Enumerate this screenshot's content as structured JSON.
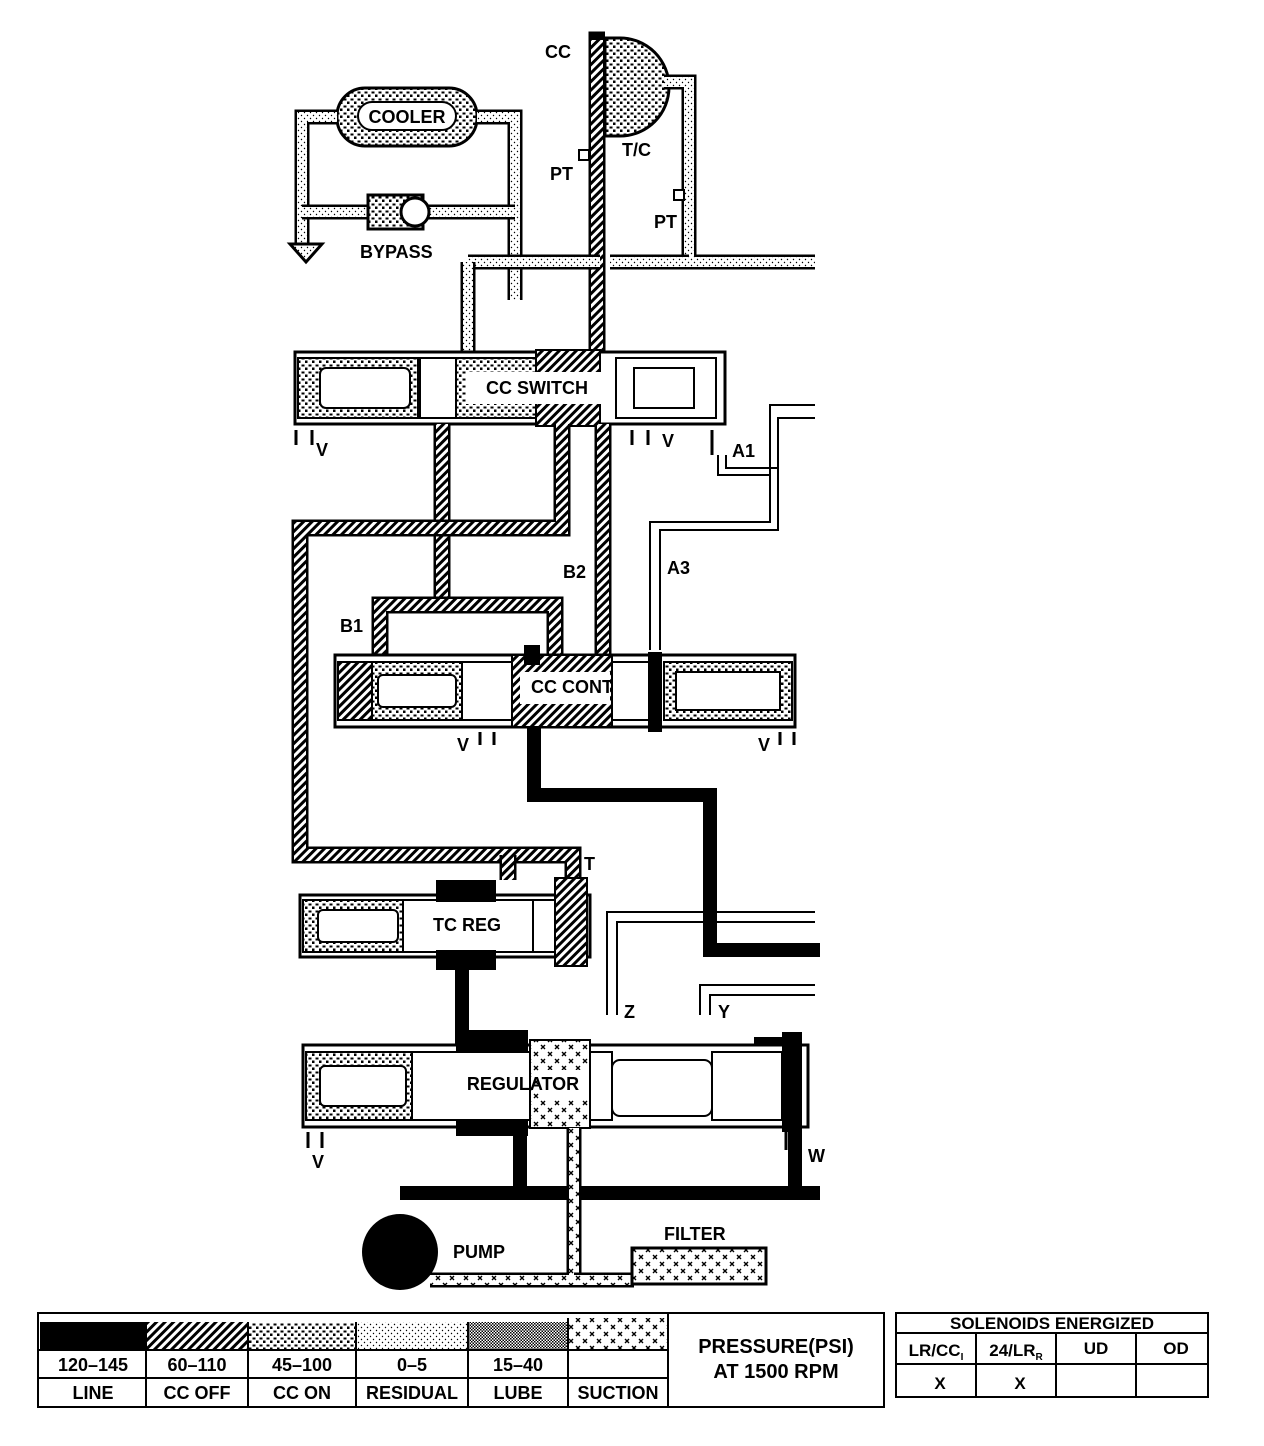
{
  "labels": {
    "cc": "CC",
    "cooler": "COOLER",
    "bypass": "BYPASS",
    "pt_left": "PT",
    "pt_right": "PT",
    "tc": "T/C",
    "cc_switch": "CC SWITCH",
    "v_switch_left": "V",
    "v_switch_right": "V",
    "a1": "A1",
    "a3": "A3",
    "b1": "B1",
    "b2": "B2",
    "cc_cont": "CC CONT",
    "v_cont_left": "V",
    "v_cont_right": "V",
    "t": "T",
    "tc_reg": "TC REG",
    "z": "Z",
    "y": "Y",
    "regulator": "REGULATOR",
    "v_reg": "V",
    "w": "W",
    "pump": "PUMP",
    "filter": "FILTER"
  },
  "legend": {
    "title_line1": "PRESSURE(PSI)",
    "title_line2": "AT 1500 RPM",
    "items": [
      {
        "range": "120–145",
        "name": "LINE",
        "pattern": "solid"
      },
      {
        "range": "60–110",
        "name": "CC OFF",
        "pattern": "hatch"
      },
      {
        "range": "45–100",
        "name": "CC ON",
        "pattern": "dots-heavy"
      },
      {
        "range": "0–5",
        "name": "RESIDUAL",
        "pattern": "dots-light"
      },
      {
        "range": "15–40",
        "name": "LUBE",
        "pattern": "stipple"
      },
      {
        "range": "",
        "name": "SUCTION",
        "pattern": "crosses"
      }
    ]
  },
  "solenoids": {
    "title": "SOLENOIDS ENERGIZED",
    "headers": [
      "LR/CC",
      "24/LR",
      "UD",
      "OD"
    ],
    "header_subscripts": [
      "I",
      "R",
      "",
      ""
    ],
    "values": [
      "X",
      "X",
      "",
      ""
    ]
  }
}
